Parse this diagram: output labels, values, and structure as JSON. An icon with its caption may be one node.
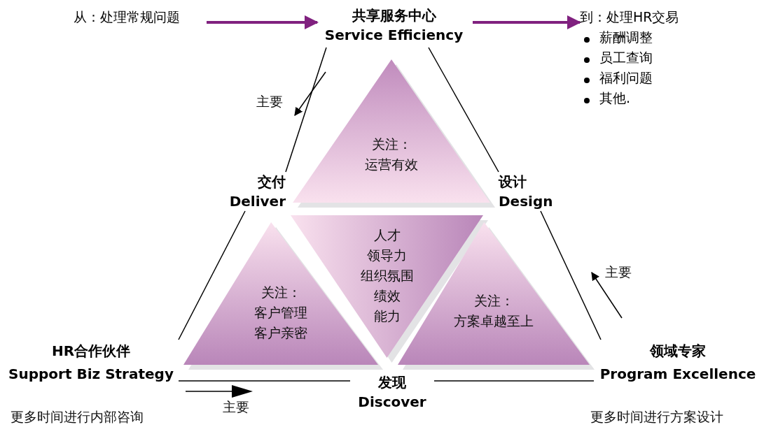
{
  "diagram": {
    "nodes": [
      {
        "text": [
          "从：处理常规问题"
        ]
      },
      {
        "text": [
          "共享服务中心",
          "Service Efficiency"
        ]
      },
      {
        "text": [
          "到：处理HR交易",
          "薪酬调整",
          "员工查询",
          "福利问题",
          "其他."
        ]
      },
      {
        "text": [
          "关注：",
          "运营有效"
        ]
      },
      {
        "text": [
          "交付",
          "Deliver"
        ]
      },
      {
        "text": [
          "设计",
          "Design"
        ]
      },
      {
        "text": [
          "关注：",
          "客户管理",
          "客户亲密"
        ]
      },
      {
        "text": [
          "人才",
          "领导力",
          "组织氛围",
          "绩效",
          "能力"
        ]
      },
      {
        "text": [
          "关注：",
          "方案卓越至上"
        ]
      },
      {
        "text": [
          "HR合作伙伴",
          "Support Biz Strategy"
        ],
        "beside": [
          "更多时间进行内部咨询"
        ]
      },
      {
        "text": [
          "发现",
          "Discover"
        ]
      },
      {
        "text": [
          "领域专家",
          "Program Excellence"
        ],
        "beside": [
          "更多时间进行方案设计"
        ]
      }
    ],
    "edges": [
      {
        "from": 0,
        "to": 1,
        "arrow": "to",
        "style": "thick",
        "color": "#80217f"
      },
      {
        "from": 1,
        "to": 2,
        "arrow": "to",
        "style": "thick",
        "color": "#80217f"
      },
      {
        "from": 1,
        "to": 4,
        "arrow": "none"
      },
      {
        "from": 4,
        "to": 9,
        "arrow": "none"
      },
      {
        "from": 9,
        "to": 10,
        "arrow": "none"
      },
      {
        "from": 10,
        "to": 11,
        "arrow": "none"
      },
      {
        "from": 11,
        "to": 5,
        "arrow": "none"
      },
      {
        "from": 5,
        "to": 1,
        "arrow": "none"
      }
    ],
    "labels": [
      "主要",
      "主要",
      "主要"
    ]
  }
}
